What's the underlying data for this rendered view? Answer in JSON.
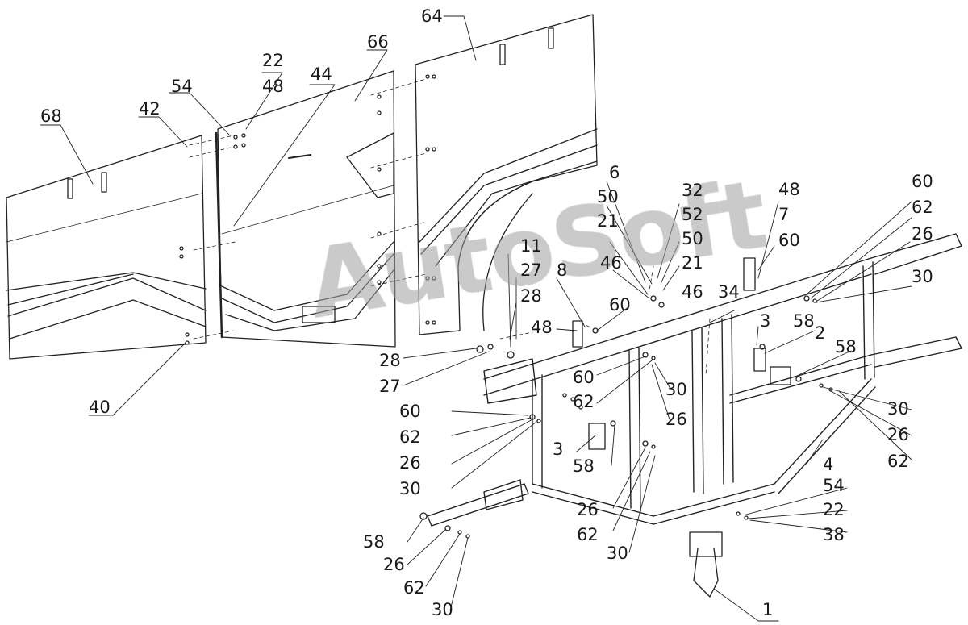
{
  "watermark": "AutoSoft",
  "labels": [
    {
      "id": "l-64",
      "text": "64"
    },
    {
      "id": "l-66",
      "text": "66"
    },
    {
      "id": "l-22a",
      "text": "22"
    },
    {
      "id": "l-48a",
      "text": "48"
    },
    {
      "id": "l-54a",
      "text": "54"
    },
    {
      "id": "l-44",
      "text": "44"
    },
    {
      "id": "l-42",
      "text": "42"
    },
    {
      "id": "l-68",
      "text": "68"
    },
    {
      "id": "l-40",
      "text": "40"
    },
    {
      "id": "l-6",
      "text": "6"
    },
    {
      "id": "l-32",
      "text": "32"
    },
    {
      "id": "l-50a",
      "text": "50"
    },
    {
      "id": "l-52",
      "text": "52"
    },
    {
      "id": "l-21a",
      "text": "21"
    },
    {
      "id": "l-50b",
      "text": "50"
    },
    {
      "id": "l-46a",
      "text": "46"
    },
    {
      "id": "l-21b",
      "text": "21"
    },
    {
      "id": "l-46b",
      "text": "46"
    },
    {
      "id": "l-48b",
      "text": "48"
    },
    {
      "id": "l-7",
      "text": "7"
    },
    {
      "id": "l-60a",
      "text": "60"
    },
    {
      "id": "l-60b",
      "text": "60"
    },
    {
      "id": "l-62a",
      "text": "62"
    },
    {
      "id": "l-26a",
      "text": "26"
    },
    {
      "id": "l-30a",
      "text": "30"
    },
    {
      "id": "l-11",
      "text": "11"
    },
    {
      "id": "l-27a",
      "text": "27"
    },
    {
      "id": "l-8",
      "text": "8"
    },
    {
      "id": "l-28a",
      "text": "28"
    },
    {
      "id": "l-60c",
      "text": "60"
    },
    {
      "id": "l-48c",
      "text": "48"
    },
    {
      "id": "l-34",
      "text": "34"
    },
    {
      "id": "l-3a",
      "text": "3"
    },
    {
      "id": "l-58a",
      "text": "58"
    },
    {
      "id": "l-2",
      "text": "2"
    },
    {
      "id": "l-58b",
      "text": "58"
    },
    {
      "id": "l-28b",
      "text": "28"
    },
    {
      "id": "l-27b",
      "text": "27"
    },
    {
      "id": "l-60d",
      "text": "60"
    },
    {
      "id": "l-62b",
      "text": "62"
    },
    {
      "id": "l-30b",
      "text": "30"
    },
    {
      "id": "l-26b",
      "text": "26"
    },
    {
      "id": "l-30c",
      "text": "30"
    },
    {
      "id": "l-26c",
      "text": "26"
    },
    {
      "id": "l-62c",
      "text": "62"
    },
    {
      "id": "l-60e",
      "text": "60"
    },
    {
      "id": "l-62d",
      "text": "62"
    },
    {
      "id": "l-26d",
      "text": "26"
    },
    {
      "id": "l-30d",
      "text": "30"
    },
    {
      "id": "l-3b",
      "text": "3"
    },
    {
      "id": "l-58c",
      "text": "58"
    },
    {
      "id": "l-4",
      "text": "4"
    },
    {
      "id": "l-26e",
      "text": "26"
    },
    {
      "id": "l-62e",
      "text": "62"
    },
    {
      "id": "l-30e",
      "text": "30"
    },
    {
      "id": "l-54b",
      "text": "54"
    },
    {
      "id": "l-22b",
      "text": "22"
    },
    {
      "id": "l-38",
      "text": "38"
    },
    {
      "id": "l-58d",
      "text": "58"
    },
    {
      "id": "l-26f",
      "text": "26"
    },
    {
      "id": "l-62f",
      "text": "62"
    },
    {
      "id": "l-30f",
      "text": "30"
    },
    {
      "id": "l-1",
      "text": "1"
    }
  ]
}
